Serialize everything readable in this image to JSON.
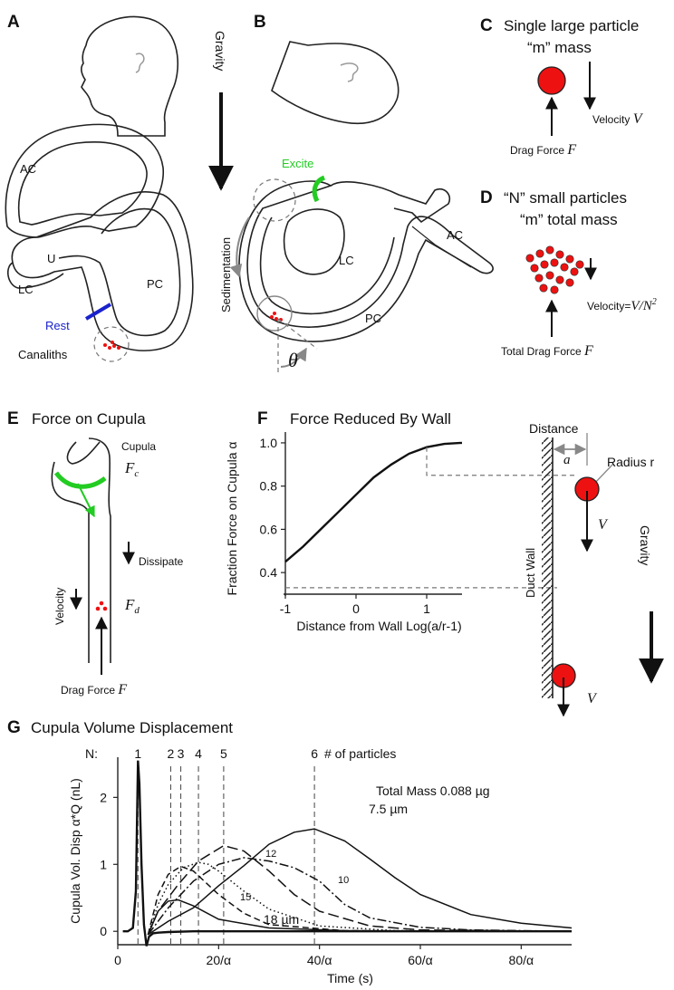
{
  "panels": {
    "A": {
      "label": "A",
      "ac": "AC",
      "u": "U",
      "lc": "LC",
      "pc": "PC",
      "rest": "Rest",
      "canaliths": "Canaliths"
    },
    "B": {
      "label": "B",
      "gravity": "Gravity",
      "excite": "Excite",
      "sedimentation": "Sedimentation",
      "lc": "LC",
      "pc": "PC",
      "ac": "AC",
      "theta": "θ"
    },
    "C": {
      "label": "C",
      "title1": "Single large particle",
      "title2": "“m” mass",
      "drag_text": "Drag Force ",
      "drag_var": "F",
      "velocity_text": "Velocity ",
      "velocity_var": "V"
    },
    "D": {
      "label": "D",
      "title1": "“N” small particles",
      "title2": "“m” total mass",
      "velocity_text": "Velocity=",
      "velocity_var": "V/N",
      "velocity_exp": "2",
      "drag_text": "Total Drag Force ",
      "drag_var": "F"
    },
    "E": {
      "label": "E",
      "title": "Force on Cupula",
      "cupula": "Cupula",
      "fc": "F",
      "fc_sub": "c",
      "dissipate": "Dissipate",
      "fd": "F",
      "fd_sub": "d",
      "velocity": "Velocity",
      "drag_text": "Drag Force ",
      "drag_var": "F"
    },
    "F": {
      "label": "F",
      "title": "Force Reduced By Wall",
      "distance": "Distance",
      "a": "a",
      "radius": "Radius r",
      "duct_wall": "Duct Wall",
      "gravity": "Gravity",
      "v1": "V",
      "v2": "V"
    },
    "G": {
      "label": "G",
      "title": "Cupula Volume Displacement",
      "n_label": "N:",
      "particles_label": "# of particles",
      "total_mass": "Total Mass 0.088 µg"
    }
  },
  "colors": {
    "particle": "#ee1111",
    "excite": "#22cc22",
    "rest": "#1a22cc",
    "arrow_grey": "#888888",
    "curve": "#222222"
  },
  "chart_data": [
    {
      "type": "line",
      "title": "",
      "xlabel": "Distance from Wall Log(a/r-1)",
      "ylabel": "Fraction Force on Cupula α",
      "xlim": [
        -1,
        1.5
      ],
      "ylim": [
        0.3,
        1.05
      ],
      "xticks": [
        "-1",
        "0",
        "1"
      ],
      "yticks": [
        "0.4",
        "0.6",
        "0.8",
        "1.0"
      ],
      "x": [
        -1,
        -0.75,
        -0.5,
        -0.25,
        0,
        0.25,
        0.5,
        0.75,
        1,
        1.25,
        1.5
      ],
      "y": [
        0.45,
        0.52,
        0.6,
        0.68,
        0.76,
        0.84,
        0.9,
        0.95,
        0.98,
        0.995,
        1.0
      ],
      "reference_points": [
        {
          "x": -1,
          "y": 0.33
        },
        {
          "x": 1,
          "y": 0.85
        }
      ]
    },
    {
      "type": "line",
      "title": "",
      "xlabel": "Time (s)",
      "ylabel": "Cupula Vol. Disp α*Q (nL)",
      "xlim": [
        0,
        90
      ],
      "ylim": [
        -0.2,
        2.6
      ],
      "xticks": [
        "0",
        "20/α",
        "40/α",
        "60/α",
        "80/α"
      ],
      "yticks": [
        "0",
        "1",
        "2"
      ],
      "peak_markers": [
        {
          "n": "1",
          "t": 4
        },
        {
          "n": "2",
          "t": 10.5
        },
        {
          "n": "3",
          "t": 12.5
        },
        {
          "n": "4",
          "t": 16
        },
        {
          "n": "5",
          "t": 21
        },
        {
          "n": "6",
          "t": 39
        }
      ],
      "series": [
        {
          "name": "",
          "style": "solid",
          "x": [
            1,
            2,
            3,
            3.6,
            4,
            4.3,
            4.7,
            5.2,
            5.7,
            6.2,
            7,
            8,
            10,
            15,
            25,
            40,
            60,
            90
          ],
          "y": [
            0,
            0,
            0.05,
            0.6,
            2.55,
            2.2,
            1.0,
            0.1,
            -0.22,
            -0.08,
            -0.03,
            -0.02,
            -0.01,
            0,
            0,
            0,
            0,
            0
          ]
        },
        {
          "name": "18 µm",
          "style": "solid",
          "x": [
            6,
            8,
            10,
            12,
            15,
            20,
            30,
            45,
            90
          ],
          "y": [
            -0.05,
            0.3,
            0.45,
            0.47,
            0.38,
            0.18,
            0.05,
            0.01,
            0
          ]
        },
        {
          "name": "15",
          "style": "dash",
          "x": [
            6,
            8,
            10,
            12.5,
            15,
            20,
            25,
            30,
            45,
            90
          ],
          "y": [
            -0.05,
            0.55,
            0.85,
            0.97,
            0.9,
            0.55,
            0.27,
            0.1,
            0.01,
            0
          ]
        },
        {
          "name": "",
          "style": "dot",
          "x": [
            6,
            8,
            10,
            13,
            16,
            18,
            20,
            25,
            30,
            40,
            55,
            90
          ],
          "y": [
            -0.05,
            0.4,
            0.7,
            0.95,
            1.03,
            1.0,
            0.9,
            0.6,
            0.33,
            0.08,
            0.01,
            0
          ]
        },
        {
          "name": "12",
          "style": "longdash",
          "x": [
            6,
            8,
            12,
            16,
            21,
            25,
            30,
            35,
            40,
            50,
            60,
            90
          ],
          "y": [
            -0.05,
            0.3,
            0.7,
            1.05,
            1.28,
            1.2,
            0.9,
            0.55,
            0.3,
            0.08,
            0.02,
            0
          ]
        },
        {
          "name": "10",
          "style": "dashdot",
          "x": [
            6,
            10,
            15,
            20,
            25,
            30,
            35,
            40,
            45,
            50,
            60,
            70,
            90
          ],
          "y": [
            -0.05,
            0.35,
            0.75,
            1.0,
            1.1,
            1.05,
            0.95,
            0.75,
            0.4,
            0.2,
            0.06,
            0.02,
            0
          ]
        },
        {
          "name": "7.5 µm",
          "style": "solid",
          "x": [
            6,
            10,
            15,
            20,
            25,
            30,
            35,
            39,
            45,
            50,
            55,
            60,
            70,
            80,
            90
          ],
          "y": [
            -0.05,
            0.15,
            0.35,
            0.68,
            0.98,
            1.3,
            1.48,
            1.53,
            1.35,
            1.08,
            0.8,
            0.55,
            0.25,
            0.12,
            0.05
          ]
        }
      ]
    }
  ]
}
